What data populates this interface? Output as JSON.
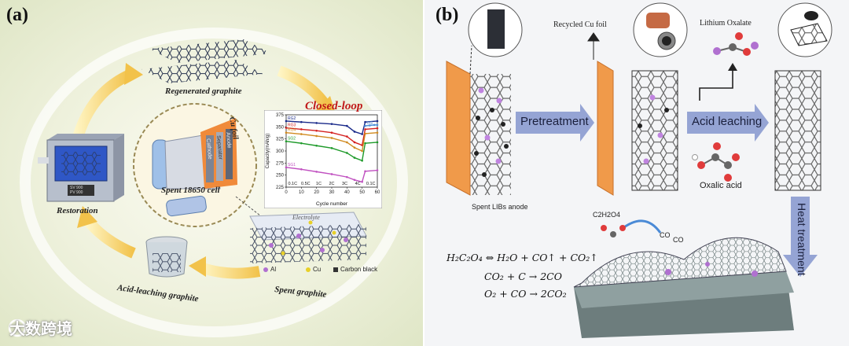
{
  "panel_a": {
    "label": "(a)",
    "closed_loop": "Closed-loop",
    "regenerated_graphite": "Regenerated graphite",
    "restoration": "Restoration",
    "acid_leaching_graphite": "Acid-leaching graphite",
    "spent_graphite": "Spent graphite",
    "spent_cell": "Spent 18650 cell",
    "cu_foil": "Cu foil",
    "layers": [
      "Cathode",
      "Separator",
      "Anode"
    ],
    "electrolyte": "Electrolyte",
    "legend": {
      "al": "Al",
      "cu": "Cu",
      "carbon_black": "Carbon black"
    },
    "furnace_buttons": [
      "SV 900",
      "PV 900"
    ],
    "watermark": "大数跨境"
  },
  "chart_data": {
    "type": "line",
    "title": "",
    "xlabel": "Cycle number",
    "ylabel": "Capacity(mAh/g)",
    "xlim": [
      0,
      60
    ],
    "ylim": [
      225,
      375
    ],
    "xticks": [
      0,
      10,
      20,
      30,
      40,
      50,
      60
    ],
    "yticks": [
      225,
      250,
      275,
      300,
      325,
      350,
      375
    ],
    "rate_labels": [
      "0.1C",
      "0.5C",
      "1C",
      "2C",
      "3C",
      "4C",
      "0.1C"
    ],
    "series": [
      {
        "name": "RG2",
        "color": "#1a2a8a",
        "values": [
          [
            0,
            362
          ],
          [
            10,
            360
          ],
          [
            20,
            358
          ],
          [
            30,
            356
          ],
          [
            40,
            352
          ],
          [
            45,
            340
          ],
          [
            50,
            335
          ],
          [
            52,
            360
          ],
          [
            60,
            362
          ]
        ]
      },
      {
        "name": "RG3",
        "color": "#d42020",
        "values": [
          [
            0,
            348
          ],
          [
            10,
            345
          ],
          [
            20,
            342
          ],
          [
            30,
            338
          ],
          [
            40,
            330
          ],
          [
            45,
            318
          ],
          [
            50,
            312
          ],
          [
            52,
            345
          ],
          [
            60,
            347
          ]
        ]
      },
      {
        "name": "RG4",
        "color": "#d08a20",
        "values": [
          [
            0,
            338
          ],
          [
            10,
            335
          ],
          [
            20,
            331
          ],
          [
            30,
            327
          ],
          [
            40,
            318
          ],
          [
            45,
            307
          ],
          [
            50,
            300
          ],
          [
            52,
            336
          ],
          [
            60,
            338
          ]
        ]
      },
      {
        "name": "SG2",
        "color": "#1e9a2a",
        "values": [
          [
            0,
            320
          ],
          [
            10,
            316
          ],
          [
            20,
            311
          ],
          [
            30,
            306
          ],
          [
            40,
            296
          ],
          [
            45,
            286
          ],
          [
            50,
            280
          ],
          [
            52,
            316
          ],
          [
            60,
            318
          ]
        ]
      },
      {
        "name": "SG1",
        "color": "#c050c0",
        "values": [
          [
            0,
            266
          ],
          [
            10,
            262
          ],
          [
            20,
            257
          ],
          [
            30,
            252
          ],
          [
            40,
            246
          ],
          [
            45,
            240
          ],
          [
            50,
            236
          ],
          [
            52,
            258
          ],
          [
            60,
            260
          ]
        ]
      },
      {
        "name": "CG",
        "color": "#4b8fd8",
        "values": [
          [
            52,
            352
          ],
          [
            55,
            353
          ],
          [
            58,
            354
          ],
          [
            60,
            354
          ]
        ]
      }
    ]
  },
  "panel_b": {
    "label": "(b)",
    "recycled_cu_foil": "Recycled Cu foil",
    "lithium_oxalate": "Lithium Oxalate",
    "pretreatment": "Pretreatment",
    "acid_leaching": "Acid leaching",
    "oxalic_acid": "Oxalic acid",
    "spent_anode": "Spent LIBs anode",
    "heat_treatment": "Heat treatment",
    "formula": "C2H2O4",
    "co_labels": [
      "CO",
      "CO"
    ],
    "equations": [
      "H₂C₂O₄ ⇔ H₂O + CO↑ + CO₂↑",
      "CO₂ + C → 2CO",
      "O₂ + CO → 2CO₂"
    ]
  },
  "colors": {
    "arrow_blue": "#95a4d4",
    "foil_orange": "#f09a4a",
    "closed_loop_red": "#c01818",
    "li_purple": "#c084e0"
  }
}
